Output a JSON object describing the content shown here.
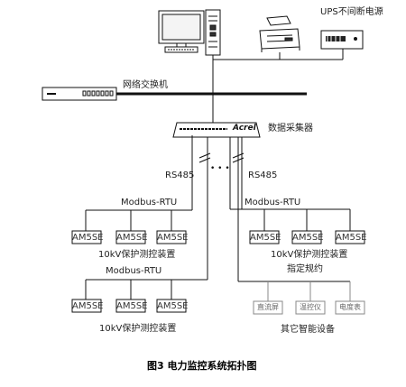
{
  "labels": {
    "ups": "UPS不间断电源",
    "switch": "网络交换机",
    "collector": "数据采集器",
    "collector_brand": "Acrel",
    "rs485_left": "RS485",
    "rs485_right": "RS485",
    "dots": "• • •",
    "modbus_left_top": "Modbus-RTU",
    "modbus_right_top": "Modbus-RTU",
    "modbus_left_bottom": "Modbus-RTU",
    "protect_left_top": "10kV保护测控装置",
    "protect_right_top": "10kV保护测控装置",
    "protect_left_bottom": "10kV保护测控装置",
    "specified": "指定规约",
    "other_devices": "其它智能设备",
    "caption": "图3  电力监控系统拓扑图"
  },
  "devices": {
    "left_top": [
      "AM5SE",
      "AM5SE",
      "AM5SE"
    ],
    "right_top": [
      "AM5SE",
      "AM5SE",
      "AM5SE"
    ],
    "left_bottom": [
      "AM5SE",
      "AM5SE",
      "AM5SE"
    ],
    "other": [
      "直流屏",
      "温控仪",
      "电度表"
    ]
  }
}
